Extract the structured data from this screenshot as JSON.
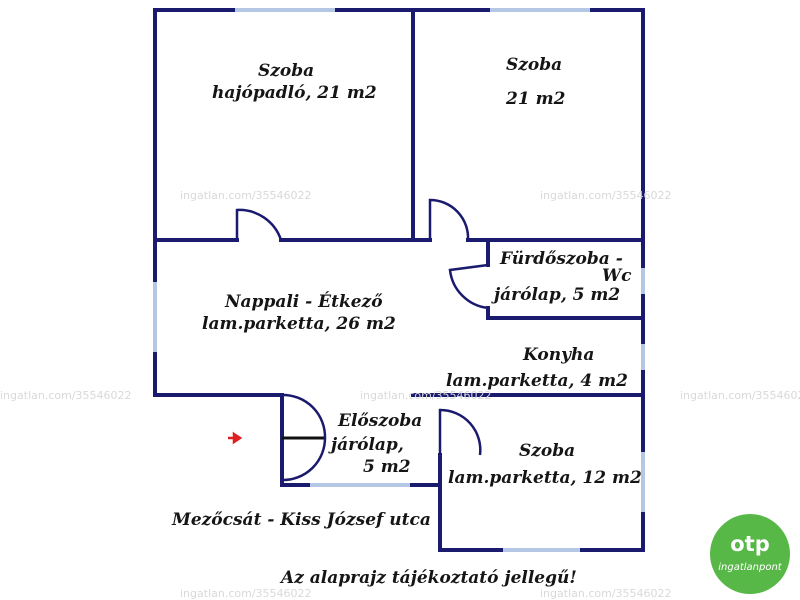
{
  "rooms": {
    "room1": {
      "name": "Szoba",
      "detail": "hajópadló, 21 m2"
    },
    "room2": {
      "name": "Szoba",
      "detail": "21 m2"
    },
    "bathroom": {
      "name": "Fürdőszoba -",
      "wc": "Wc",
      "detail": "járólap, 5 m2"
    },
    "living": {
      "name": "Nappali - Étkező",
      "detail": "lam.parketta, 26 m2"
    },
    "kitchen": {
      "name": "Konyha",
      "detail": "lam.parketta, 4 m2"
    },
    "hall": {
      "name": "Előszoba",
      "detail": "járólap,",
      "area": "5 m2"
    },
    "room3": {
      "name": "Szoba",
      "detail": "lam.parketta, 12 m2"
    }
  },
  "address": "Mezőcsát - Kiss József utca",
  "disclaimer": "Az alaprajz tájékoztató jellegű!",
  "watermark": "ingatlan.com/35546022",
  "logo": {
    "brand": "otp",
    "sub": "ingatlanpont"
  },
  "colors": {
    "wall": "#1a1a6e",
    "window": "#b4c8e6",
    "arrow": "#e02020",
    "logo": "#57b847"
  }
}
